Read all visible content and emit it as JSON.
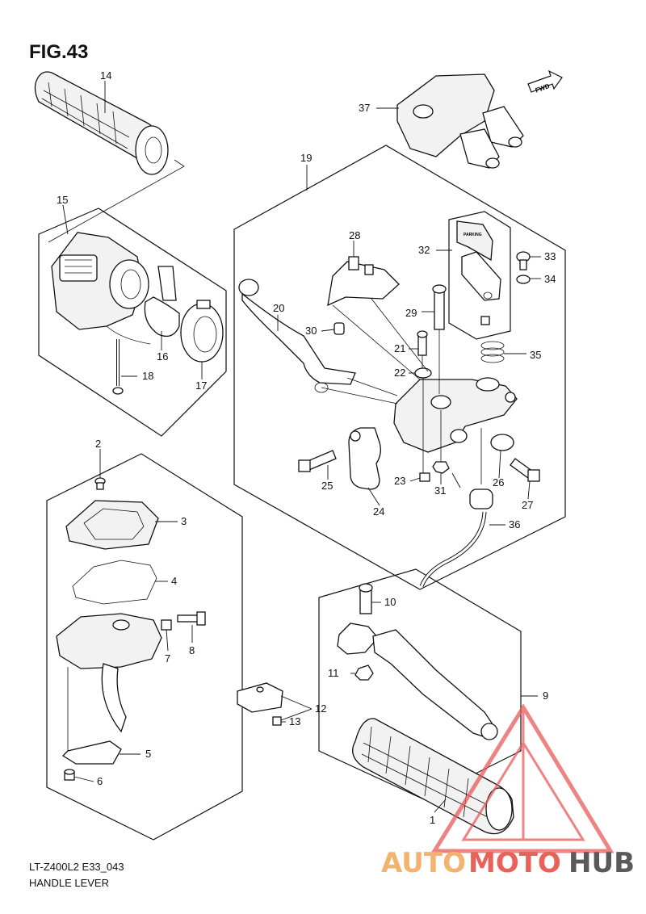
{
  "figure_title": "FIG.43",
  "footer": {
    "model_code": "LT-Z400L2 E33_043",
    "section_name": "HANDLE LEVER"
  },
  "fwd_arrow_label": "FWD",
  "parking_label": "PARKING",
  "watermark": {
    "part1": "AUTO",
    "part2": "MOTO",
    "part3": "HUB",
    "colors": {
      "auto": "#f2b36e",
      "moto": "#e8625a",
      "hub": "#5a5a5a",
      "triangle": "#e85a5a"
    }
  },
  "callouts": {
    "c1": "1",
    "c2": "2",
    "c3": "3",
    "c4": "4",
    "c5": "5",
    "c6": "6",
    "c7": "7",
    "c8": "8",
    "c9": "9",
    "c10": "10",
    "c11": "11",
    "c12": "12",
    "c13": "13",
    "c14": "14",
    "c15": "15",
    "c16": "16",
    "c17": "17",
    "c18": "18",
    "c19": "19",
    "c20": "20",
    "c21": "21",
    "c22": "22",
    "c23": "23",
    "c24": "24",
    "c25": "25",
    "c26": "26",
    "c27": "27",
    "c28": "28",
    "c29": "29",
    "c30": "30",
    "c31": "31",
    "c32": "32",
    "c33": "33",
    "c34": "34",
    "c35": "35",
    "c36": "36",
    "c37": "37"
  }
}
